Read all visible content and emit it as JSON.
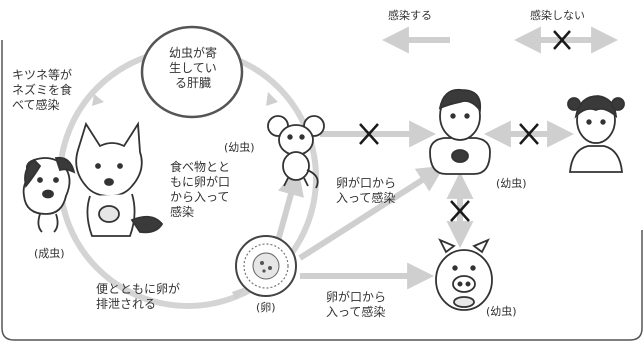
{
  "legend": {
    "infects": "感染する",
    "not_infects": "感染しない"
  },
  "center_text": "幼虫が寄\n生してい\nる肝臓",
  "labels": {
    "fox_eats_mouse": "キツネ等が\nネズミを食\nべて感染",
    "mouse_stage": "(幼虫)",
    "mouse_infection": "食べ物とと\nもに卵が口\nから入って\n感染",
    "adult_stage": "(成虫)",
    "excretion": "便とともに卵が\n排泄される",
    "egg": "(卵)",
    "human_infection": "卵が口から\n入って感染",
    "human_stage": "(幼虫)",
    "pig_infection": "卵が口から\n入って感染",
    "pig_stage": "(幼虫)"
  },
  "colors": {
    "arrow": "#cfcfcf",
    "cross": "#1a1a1a",
    "text": "#333333",
    "panel_border": "#555555"
  }
}
